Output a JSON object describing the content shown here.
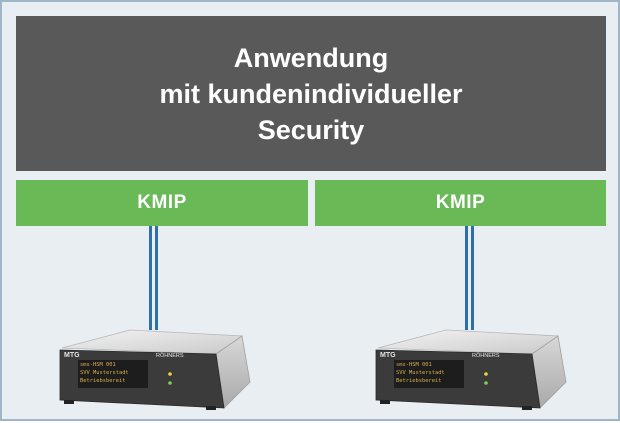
{
  "application": {
    "title_lines": [
      "Anwendung",
      "mit kundenindividueller",
      "Security"
    ]
  },
  "interfaces": [
    {
      "label": "KMIP"
    },
    {
      "label": "KMIP"
    }
  ],
  "devices": [
    {
      "brand": "MTG",
      "maker": "RÖHNERS",
      "display_lines": [
        "sms-HSM 001",
        "SVV Musterstadt",
        "Betriebsbereit"
      ]
    },
    {
      "brand": "MTG",
      "maker": "RÖHNERS",
      "display_lines": [
        "sms-HSM 001",
        "SVV Musterstadt",
        "Betriebsbereit"
      ]
    }
  ],
  "colors": {
    "application_box": "#595959",
    "kmip_box": "#69b957",
    "cable": "#2f6fa8",
    "background": "#e9eef3",
    "border": "#9fb6c9"
  }
}
